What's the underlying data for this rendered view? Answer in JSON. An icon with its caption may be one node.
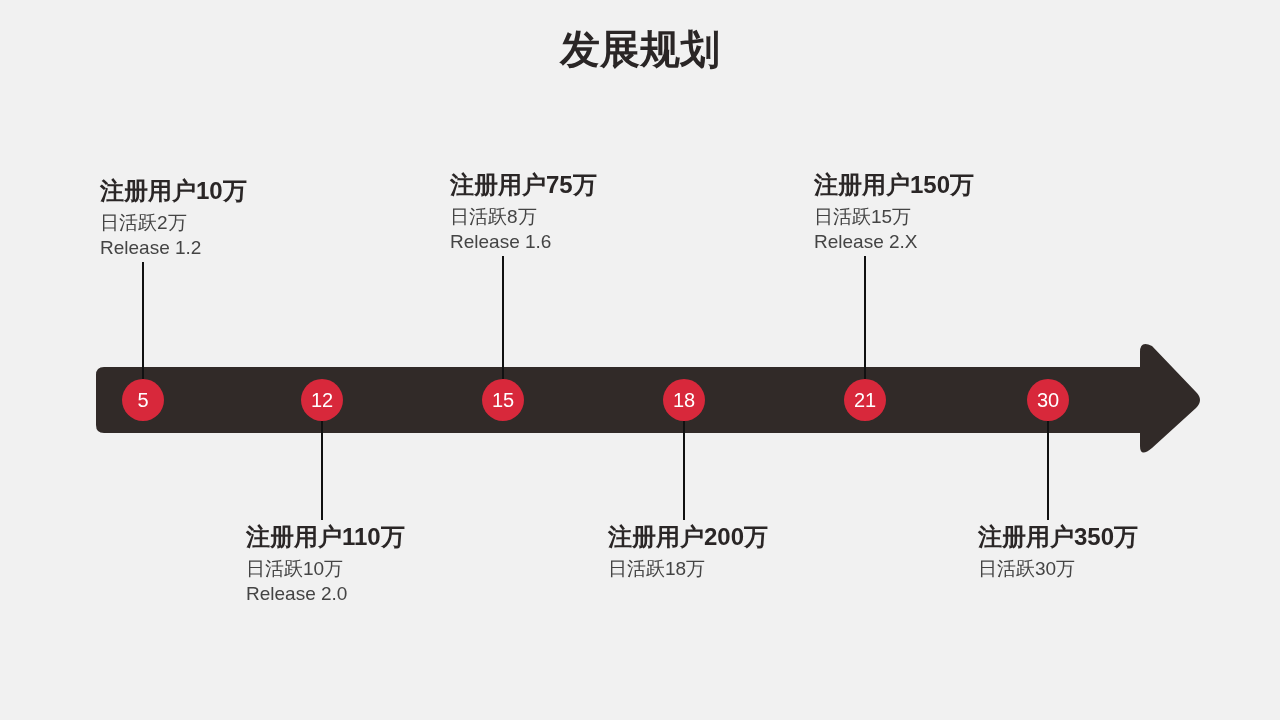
{
  "diagram": {
    "title": "发展规划",
    "nodes": [
      {
        "text": [
          "5"
        ]
      },
      {
        "text": [
          "12"
        ]
      },
      {
        "text": [
          "15"
        ]
      },
      {
        "text": [
          "18"
        ]
      },
      {
        "text": [
          "21"
        ]
      },
      {
        "text": [
          "30"
        ]
      },
      {
        "text": [
          "注册用户10万",
          "日活跃2万",
          "Release 1.2"
        ]
      },
      {
        "text": [
          "注册用户110万",
          "日活跃10万",
          "Release 2.0"
        ]
      },
      {
        "text": [
          "注册用户75万",
          "日活跃8万",
          "Release 1.6"
        ]
      },
      {
        "text": [
          "注册用户200万",
          "日活跃18万"
        ]
      },
      {
        "text": [
          "注册用户150万",
          "日活跃15万",
          "Release 2.X"
        ]
      },
      {
        "text": [
          "注册用户350万",
          "日活跃30万"
        ]
      }
    ],
    "edges": [
      {
        "from": 6,
        "to": 0,
        "arrow": "none"
      },
      {
        "from": 7,
        "to": 1,
        "arrow": "none"
      },
      {
        "from": 8,
        "to": 2,
        "arrow": "none"
      },
      {
        "from": 9,
        "to": 3,
        "arrow": "none"
      },
      {
        "from": 10,
        "to": 4,
        "arrow": "none"
      },
      {
        "from": 11,
        "to": 5,
        "arrow": "none"
      }
    ]
  }
}
